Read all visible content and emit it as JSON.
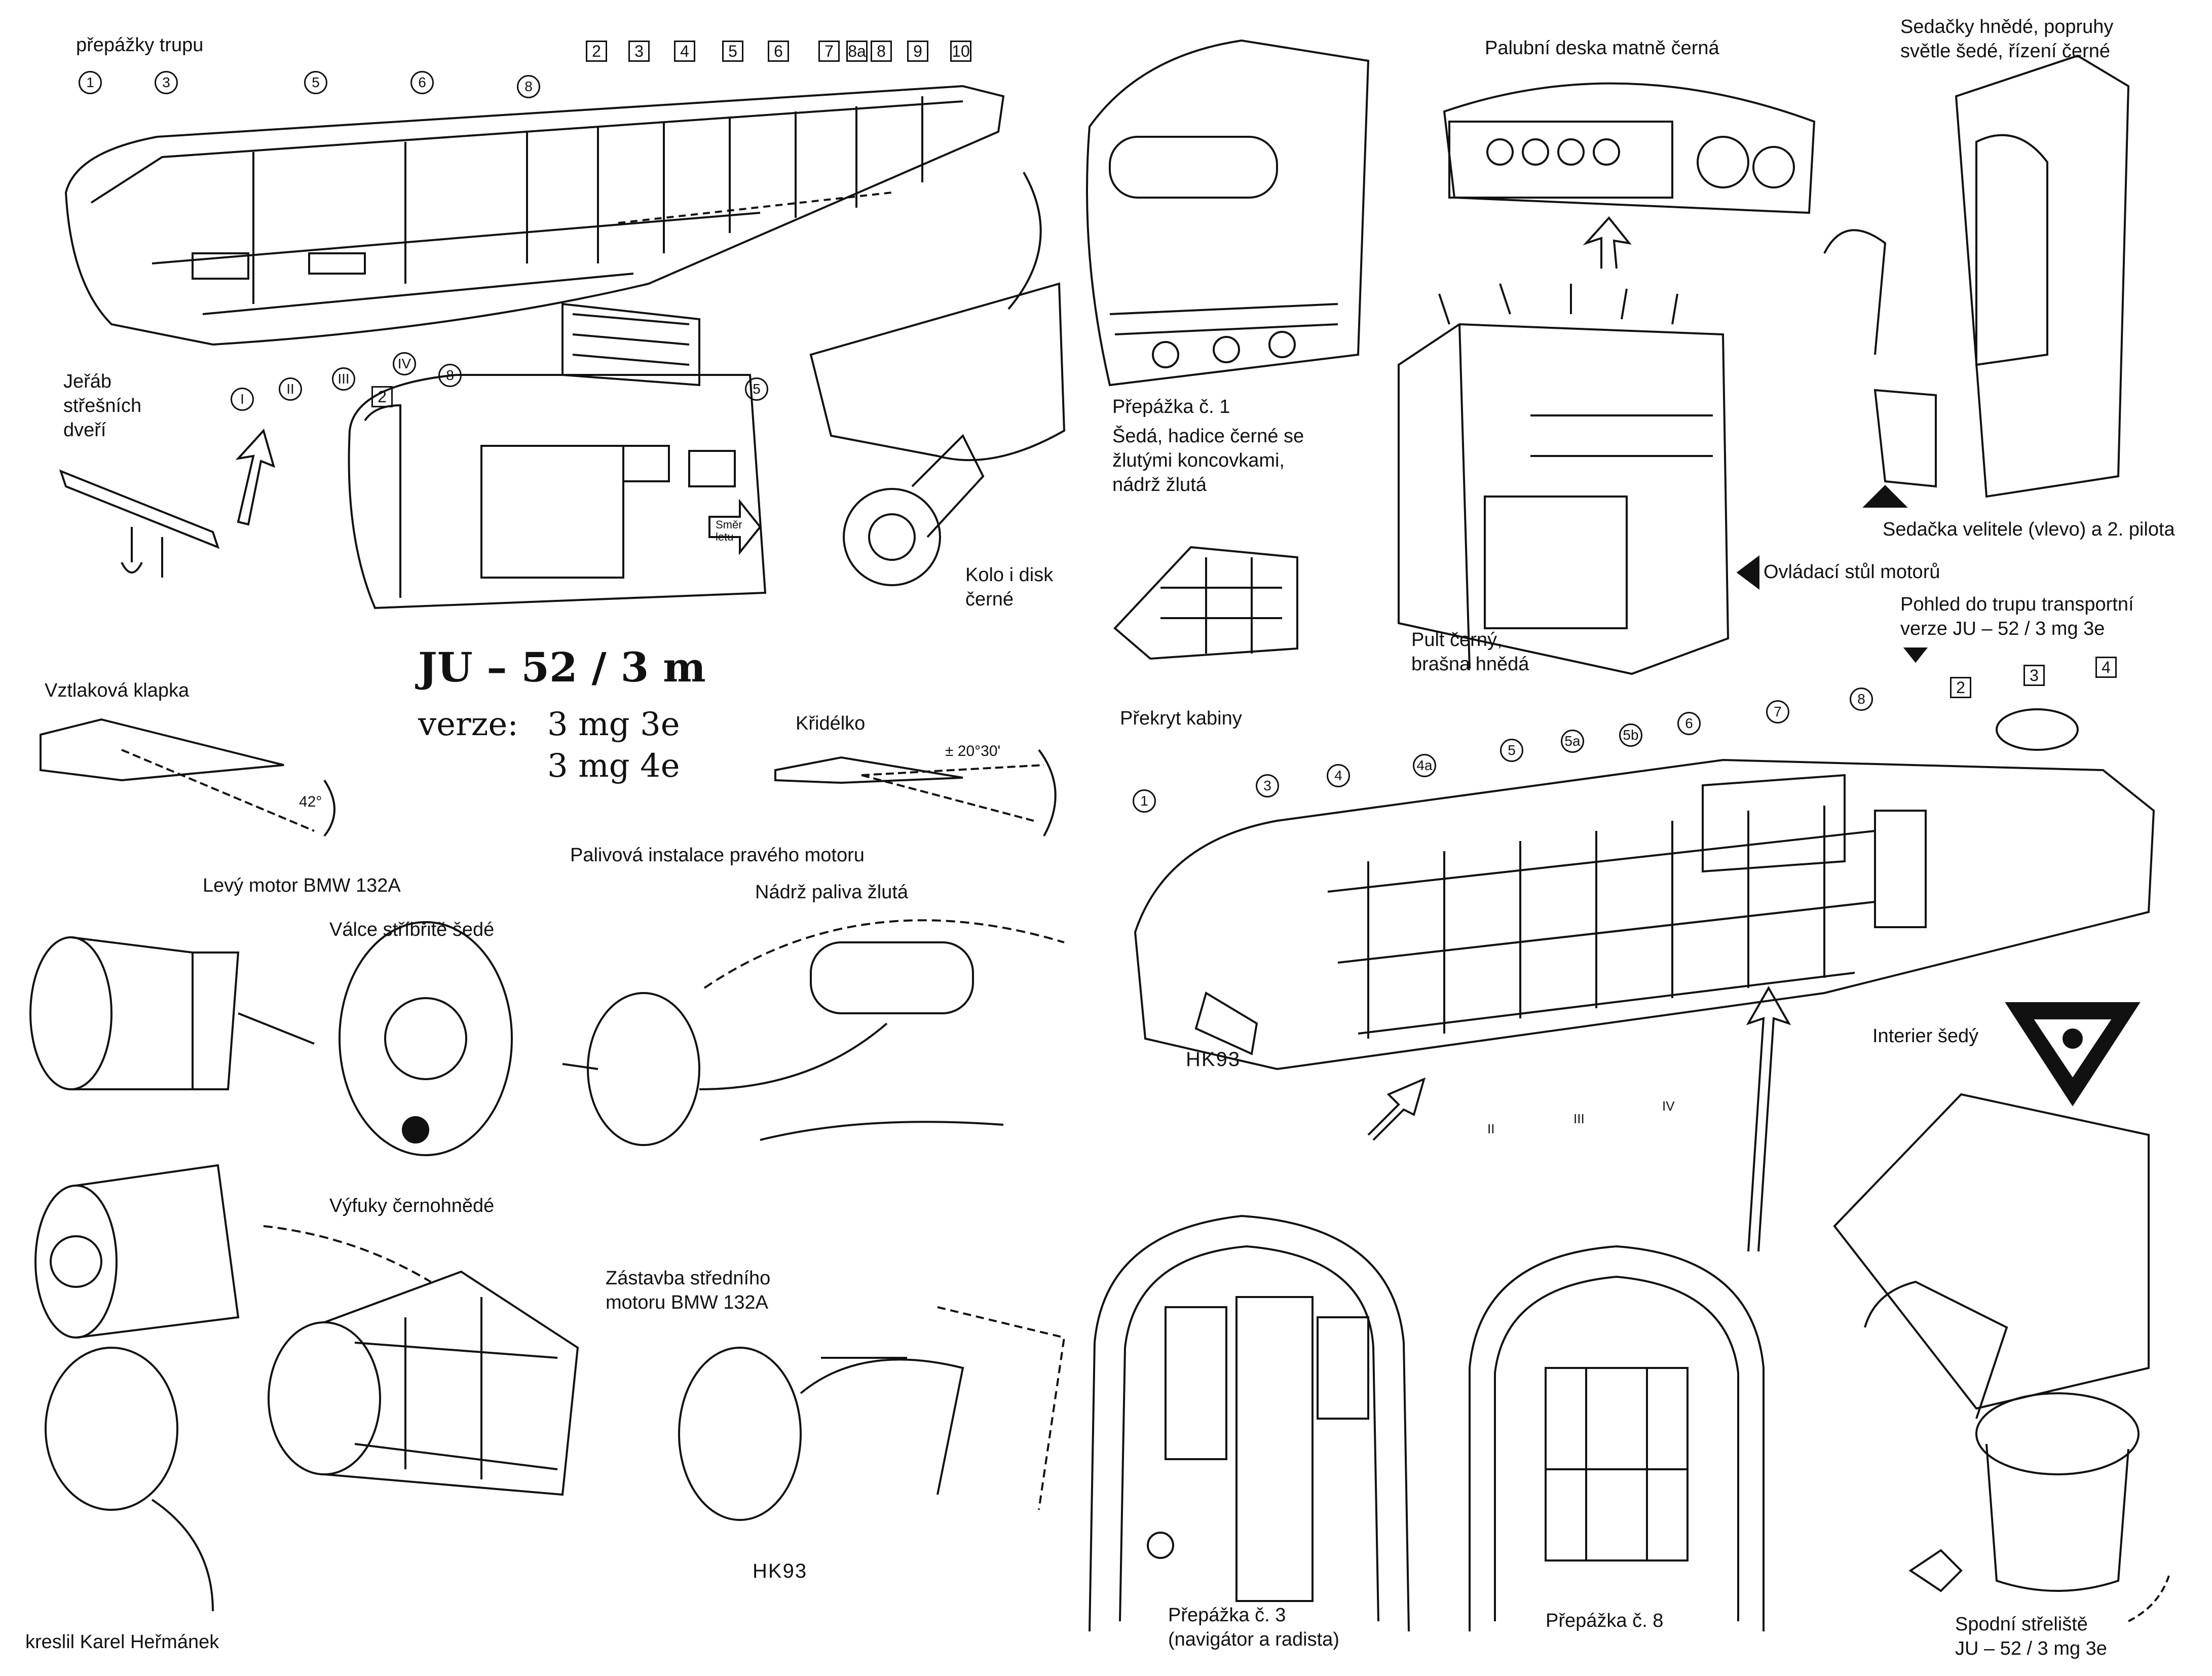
{
  "labels": {
    "bulkheads": "přepážky trupu",
    "crane": [
      "Jeřáb",
      "střešních",
      "dveří"
    ],
    "flap": "Vztlaková klapka",
    "aileron": "Křidélko",
    "aileron_angle": "± 20°30'",
    "flap_angle": "42°",
    "left_engine": "Levý motor BMW 132A",
    "cylinders": "Válce stříbřitě šedé",
    "exhausts": "Výfuky černohnědé",
    "author": "kreslil Karel Heřmánek",
    "fuel_install": "Palivová instalace pravého motoru",
    "fuel_tank": "Nádrž paliva žlutá",
    "center_engine": [
      "Zástavba středního",
      "motoru BMW 132A"
    ],
    "hk93_a": "HK93",
    "hk93_b": "HK93",
    "wheel": [
      "Kolo i disk",
      "černé"
    ],
    "bulkhead1": [
      "Přepážka č. 1",
      "Šedá, hadice černé se",
      "žlutými koncovkami,",
      "nádrž žlutá"
    ],
    "canopy": "Překryt kabiny",
    "instrument": "Palubní deska matně černá",
    "seats": [
      "Sedačky hnědé, popruhy",
      "světle šedé, řízení černé"
    ],
    "seat_caption": "Sedačka velitele (vlevo) a 2. pilota",
    "throttle": "Ovládací stůl motorů",
    "console": [
      "Pult černý,",
      "brašna hnědá"
    ],
    "transport_view": [
      "Pohled do trupu transportní",
      "verze JU – 52 / 3 mg 3e"
    ],
    "interior": "Interier šedý",
    "bulkhead3": [
      "Přepážka č. 3",
      "(navigátor a radista)"
    ],
    "bulkhead8": "Přepážka č. 8",
    "gunner": [
      "Spodní střeliště",
      "JU – 52 / 3 mg 3e"
    ],
    "direction": [
      "Směr",
      "letu"
    ]
  },
  "title": {
    "main": "JU – 52 / 3 m",
    "version_prefix": "verze:",
    "version1": "3 mg 3e",
    "version2": "3 mg 4e"
  },
  "markers": {
    "top_squares": [
      "2",
      "3",
      "4",
      "5",
      "6",
      "7",
      "8a",
      "8",
      "9",
      "10"
    ],
    "top_circles": [
      "1",
      "3",
      "5",
      "6",
      "8"
    ],
    "roman": [
      "I",
      "II",
      "III",
      "IV"
    ],
    "mid_squares": [
      "2"
    ],
    "mid_circles": [
      "8",
      "5"
    ],
    "lower_circles": [
      "1",
      "3",
      "4",
      "4a",
      "5",
      "5a",
      "5b",
      "6",
      "7",
      "8"
    ],
    "lower_squares": [
      "2",
      "3",
      "4"
    ],
    "lower_roman": [
      "II",
      "III",
      "IV"
    ]
  }
}
